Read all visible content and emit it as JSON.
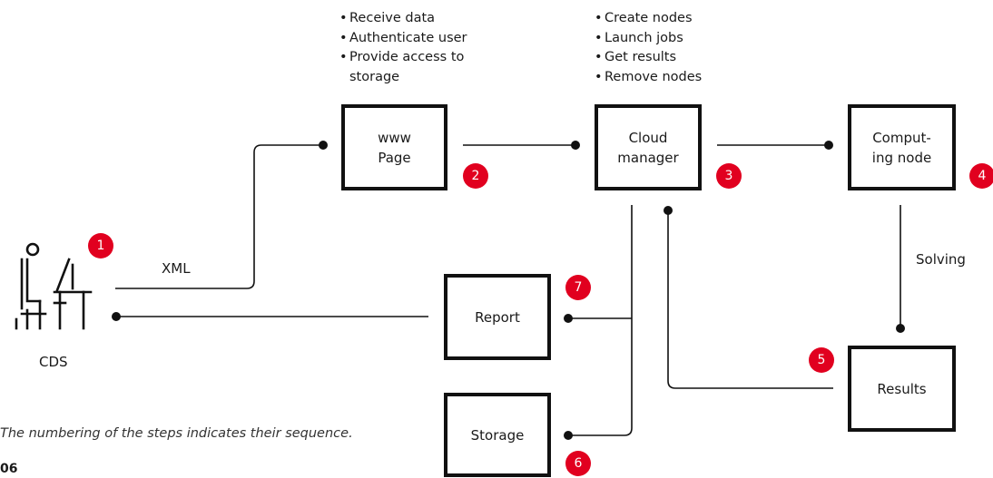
{
  "notes": {
    "www": [
      "Receive data",
      "Authenticate user",
      "Provide access to",
      "storage"
    ],
    "cloud": [
      "Create nodes",
      "Launch jobs",
      "Get results",
      "Remove nodes"
    ]
  },
  "boxes": {
    "www": [
      "www",
      "Page"
    ],
    "cloud": [
      "Cloud",
      "manager"
    ],
    "compute": [
      "Comput-",
      "ing node"
    ],
    "report": "Report",
    "storage": "Storage",
    "results": "Results"
  },
  "badges": [
    "1",
    "2",
    "3",
    "4",
    "5",
    "6",
    "7"
  ],
  "labels": {
    "xml": "XML",
    "solving": "Solving",
    "cds": "CDS"
  },
  "caption": "The numbering of the steps indicates their sequence.",
  "page_number": "06",
  "colors": {
    "accent": "#e1001f",
    "line": "#111111"
  },
  "icons": {
    "user": "person-at-computer-icon"
  }
}
